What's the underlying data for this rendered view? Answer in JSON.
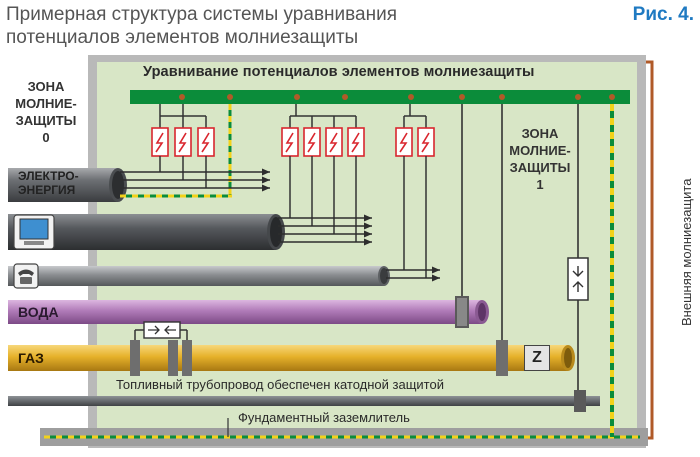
{
  "header": {
    "title_line1": "Примерная структура системы уравнивания",
    "title_line2": "потенциалов элементов молниезащиты",
    "figure_label": "Рис. 4."
  },
  "bus": {
    "label": "Уравнивание потенциалов элементов молниезащиты"
  },
  "zone0": {
    "line1": "ЗОНА",
    "line2": "МОЛНИЕ-",
    "line3": "ЗАЩИТЫ",
    "line4": "0"
  },
  "zone1": {
    "line1": "ЗОНА",
    "line2": "МОЛНИЕ-",
    "line3": "ЗАЩИТЫ",
    "line4": "1"
  },
  "pipes": {
    "power_line1": "ЭЛЕКТРО-",
    "power_line2": "ЭНЕРГИЯ",
    "water": "ВОДА",
    "gas": "ГАЗ",
    "gas_meter": "Z",
    "fuel_note": "Топливный трубопровод обеспечен катодной защитой"
  },
  "earth": {
    "label": "Фундаментный заземлитель"
  },
  "external": {
    "label": "Внешняя молниезащита"
  },
  "colors": {
    "title_gray": "#555555",
    "figure_blue": "#1f7ac2",
    "zone_bg": "#d8e6c6",
    "outer_gray": "#b9b9b9",
    "bus_green": "#0b8c3a",
    "water_violet": "#b07bb8",
    "gas_yellow": "#e6b12a",
    "dashed_yellow": "#f2d21a",
    "surge_red": "#d9262e",
    "external_brown": "#b05a28"
  }
}
